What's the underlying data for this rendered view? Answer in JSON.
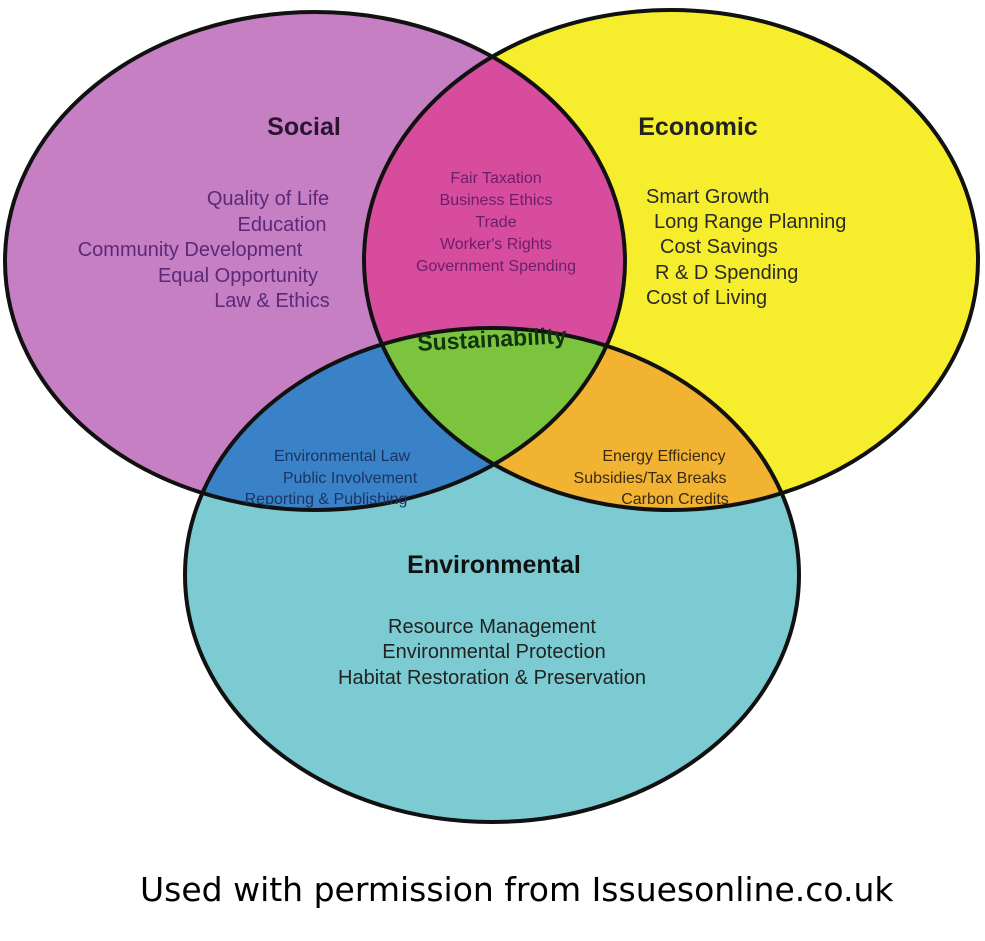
{
  "colors": {
    "social": "#c77fc4",
    "economic": "#f6ee2c",
    "environmental": "#7ccbd2",
    "social_economic": "#d84c9e",
    "social_environmental": "#3a82c8",
    "economic_environmental": "#f2b232",
    "center": "#7cc43e"
  },
  "social": {
    "title": "Social",
    "items": [
      "Quality of Life",
      "Education",
      "Community Development",
      "Equal Opportunity",
      "Law & Ethics"
    ]
  },
  "economic": {
    "title": "Economic",
    "items": [
      "Smart Growth",
      "Long Range Planning",
      "Cost Savings",
      "R & D Spending",
      "Cost of Living"
    ]
  },
  "environmental": {
    "title": "Environmental",
    "items": [
      "Resource Management",
      "Environmental Protection",
      "Habitat Restoration & Preservation"
    ]
  },
  "social_economic": {
    "items": [
      "Fair Taxation",
      "Business Ethics",
      "Trade",
      "Worker's Rights",
      "Government Spending"
    ]
  },
  "social_environmental": {
    "items": [
      "Environmental Law",
      "Public Involvement",
      "Reporting & Publishing"
    ]
  },
  "economic_environmental": {
    "items": [
      "Energy Efficiency",
      "Subsidies/Tax Breaks",
      "Carbon Credits"
    ]
  },
  "center": {
    "label": "Sustainability"
  },
  "caption": "Used with permission from Issuesonline.co.uk"
}
